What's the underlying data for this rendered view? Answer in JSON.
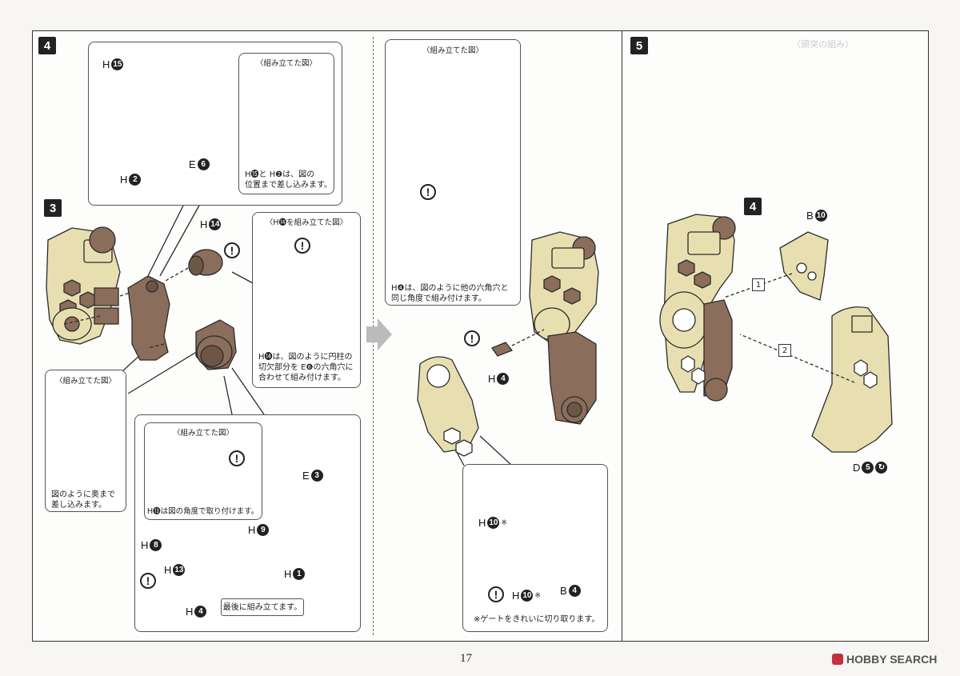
{
  "page_number": "17",
  "brand": "HOBBY SEARCH",
  "steps": {
    "step4": "4",
    "step5": "5",
    "sub3": "3",
    "sub4": "4"
  },
  "panel_a": {
    "title": "〈組み立てた図〉",
    "caption1": "H⓯と H❷は、図の",
    "caption2": "位置まで差し込みます。"
  },
  "panel_b": {
    "title": "〈H⓮を組み立てた図〉",
    "caption1": "H⓮は、図のように円柱の",
    "caption2": "切欠部分を E❻の六角穴に",
    "caption3": "合わせて組み付けます。"
  },
  "panel_c": {
    "title": "〈組み立てた図〉",
    "caption1": "図のように奥まで",
    "caption2": "差し込みます。"
  },
  "panel_d": {
    "title": "〈組み立てた図〉",
    "caption": "H⓭は図の角度で取り付けます。",
    "final_note": "最後に組み立てます。"
  },
  "panel_e": {
    "title": "〈組み立てた図〉",
    "caption1": "H❹は、図のように他の六角穴と",
    "caption2": "同じ角度で組み付けます。"
  },
  "panel_f": {
    "caption": "※ゲートをきれいに切り取ります。"
  },
  "parts": {
    "h15": {
      "letter": "H",
      "num": "15"
    },
    "h2": {
      "letter": "H",
      "num": "2"
    },
    "e6": {
      "letter": "E",
      "num": "6"
    },
    "h14": {
      "letter": "H",
      "num": "14"
    },
    "e3": {
      "letter": "E",
      "num": "3"
    },
    "h9": {
      "letter": "H",
      "num": "9"
    },
    "h8": {
      "letter": "H",
      "num": "8"
    },
    "h1": {
      "letter": "H",
      "num": "1"
    },
    "h13": {
      "letter": "H",
      "num": "13"
    },
    "h4a": {
      "letter": "H",
      "num": "4"
    },
    "h4b": {
      "letter": "H",
      "num": "4"
    },
    "h10a": {
      "letter": "H",
      "num": "10",
      "mark": "※"
    },
    "h10b": {
      "letter": "H",
      "num": "10",
      "mark": "※"
    },
    "b4": {
      "letter": "B",
      "num": "4"
    },
    "b10": {
      "letter": "B",
      "num": "10"
    },
    "d5": {
      "letter": "D",
      "num": "5"
    }
  },
  "callouts": {
    "one": "1",
    "two": "2"
  },
  "warning_mark": "!",
  "colors": {
    "tan": "#e8dfb0",
    "brown": "#8a6d5a",
    "outline": "#2b2b2b"
  }
}
